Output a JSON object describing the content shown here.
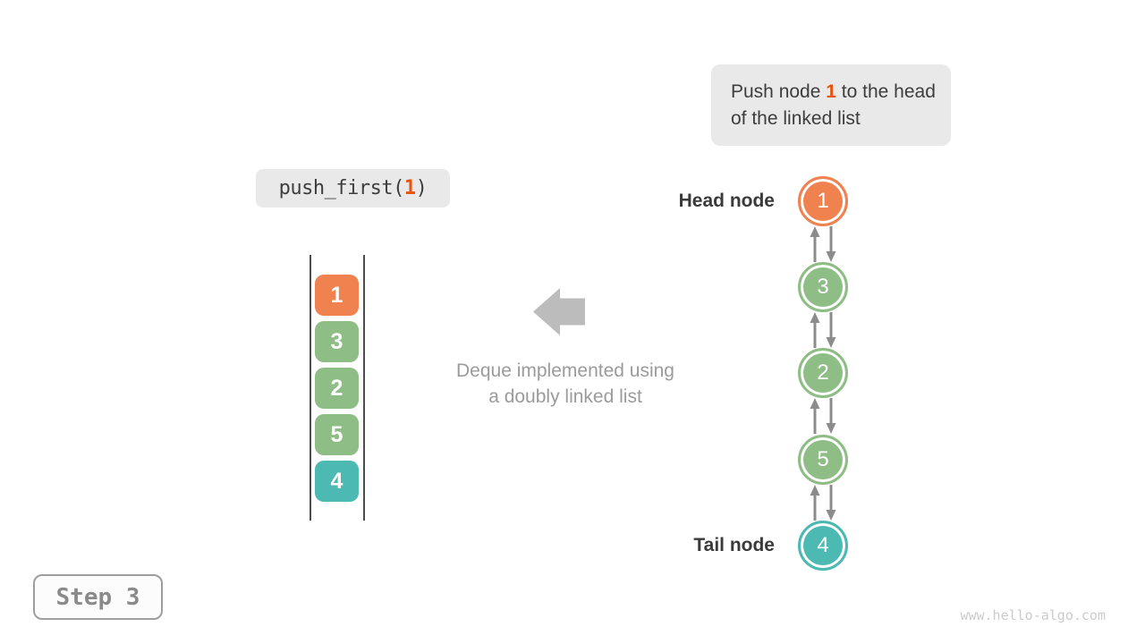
{
  "page": {
    "watermark": "www.hello-algo.com"
  },
  "step_badge": {
    "label": "Step 3"
  },
  "instruction": {
    "prefix": "Push node ",
    "highlight": "1",
    "suffix": " to the head of the linked list"
  },
  "code_call": {
    "prefix": "push_first(",
    "arg": "1",
    "suffix": ")"
  },
  "deque_caption": {
    "line1": "Deque implemented using",
    "line2": "a doubly linked list"
  },
  "stack": {
    "items": [
      {
        "value": "1",
        "color": "#f0824f"
      },
      {
        "value": "3",
        "color": "#8ebd85"
      },
      {
        "value": "2",
        "color": "#8ebd85"
      },
      {
        "value": "5",
        "color": "#8ebd85"
      },
      {
        "value": "4",
        "color": "#4db9b3"
      }
    ]
  },
  "linked_list": {
    "head_label": "Head node",
    "tail_label": "Tail node",
    "nodes": [
      {
        "value": "1",
        "color": "#f0824f"
      },
      {
        "value": "3",
        "color": "#8ebd85"
      },
      {
        "value": "2",
        "color": "#8ebd85"
      },
      {
        "value": "5",
        "color": "#8ebd85"
      },
      {
        "value": "4",
        "color": "#4db9b3"
      }
    ]
  },
  "colors": {
    "highlight_orange": "#e8540e",
    "node_orange": "#f0824f",
    "node_green": "#8ebd85",
    "node_teal": "#4db9b3",
    "link_arrow_gray": "#8c8c8c",
    "block_arrow_gray": "#bcbcbc",
    "callout_bg": "#e9e9e9"
  }
}
